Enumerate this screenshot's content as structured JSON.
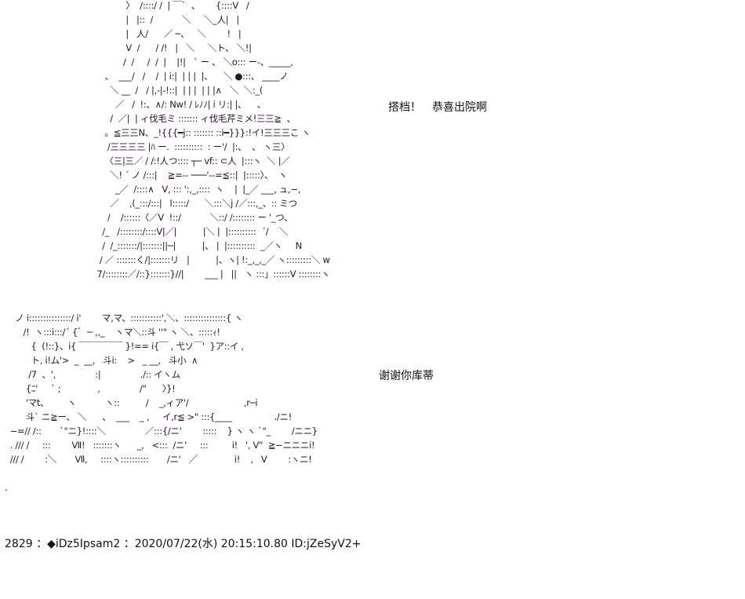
{
  "art_top": [
    "                  〉  /::::/ /  | ￣`  、      {::::V   /",
    "                  |   |::  /           ＼     ＼_人|   |",
    "                  |   人/      ／ ─、   ＼        !   |",
    "                  V  /      / /!   |   ＼     ＼ト、 ＼!|",
    "                 /  /     /  /  |    |!|   ` ー 、 ＼o::: ー-、_____,",
    "          、  ___/   /    /  | i:|  | | |  |、    ＼ ●:::、 ____ノ",
    "            ＼ __  /   / |,-|-!::|  | | |  | | |∧   ＼  ＼:_(",
    "              ／   /  !:、∧/: Nw! / ﾚﾉﾉ| i リ:| |、    、",
    "            /  ／|  | ィ伐毛ミ ::::::: ィ伐毛芹ミメ!三三≧  、",
    "          。≦三三N、_!{{{━j:: ::::::: ::i━}}}:!イ!三三三こ ヽ",
    "           /三三三三 |ﾊ ー.  ::::::::::  : ー'/  |:、  、 ヽ三〉",
    "          〈三|三／ / /:!人つ:::: ┬─ vf:: ⊂人  |:::ヽ  ＼ |／",
    "            ＼! ´ ノ /:::|    ≧=-- ───'--=≦::|  |:::::〉、  ヽ",
    "              _／  /::::∧   V, ::: ':,_,::::  ヽ    |  |_／ ___, ュ,−,",
    "            ／    ,(_:::/:::|   l:::::/      ＼:::＼j /／:::,_、:: ミつ",
    "           /    /::::::〈／V  !::/           ＼::/ /:::::::: ー '_つ、",
    "         /_   /::::::::/::::V|／|          |＼ |  |::::::::::  ´/    ＼",
    "         /  /_:::::::/|:::::::||─|          |、 |  |::::::::::  _／ヽ     N",
    "        / ／ :::::::く/|:::::::リ   |          |、ヽ| !:_,_,_／ ヽ:::::::::＼ w",
    "       7/::::::::／/::}:::::::}//|        ___ |   ||   ヽ :::」::::::V ::::::::ヽ"
  ],
  "art_bottom": [
    "    ノ i:::::::::::::::/ i'        マ,マ、:::::::::::',＼、:::::::::::::::{ ヽ",
    "       /!  ヽ:::i:::/´ {ﾞ  ─ ,,_    ヽマ＼::斗 ''\" ヽ ＼、:::::ｨ!",
    "          {  (!::}、i{ ￣￣￣￣￣ }!== i{￣ , 弋ソ￣'  }ア::イ ,",
    "          ト, i!ム'>  _  __,   斗i:    >   _ __,   斗小  ∧",
    "         /7  、',               :|               ./:: イヽム",
    "        {ﾆ'     ` ;              ,               /\"      〉}!",
    "        'マt、       ヽ           ヽ::          /    _,ィア'/                     ,r─i",
    "        斗` ニ≧ー、 ＼      、  ___    _ ,     イ,r≦ >\" :::{____                ./ニ!",
    "  −=// /::       `\"ニ}!::::＼               ／:::{/ニ'        :::::    } ヽ ヽ `\"_        /ニニ}",
    "  . /// /     :::        Ⅶ!   :::::::ヽ      _,   <:::  /ニ'     :::         i!   ', V\"  ≧−ニニニi!",
    "  /// /        :＼       Ⅶ,     ::::ヽ::::::::::       /ニ'   ／              i!    ,   V        :ヽニ!"
  ],
  "speech": {
    "top": "搭档！　恭喜出院啊",
    "bottom": "谢谢你库蒂"
  },
  "trailing_dot": ".",
  "footer": {
    "post_number": "2829",
    "separator": "：",
    "trip_icon": "◆",
    "trip": "iDz5Ipsam2",
    "datetime": "2020/07/22(水) 20:15:10.80",
    "id": "ID:jZeSyV2+"
  },
  "colors": {
    "art": "#2a1030",
    "text": "#111111"
  }
}
